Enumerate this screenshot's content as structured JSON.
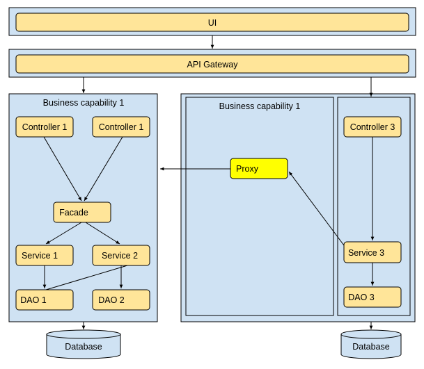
{
  "diagram": {
    "layers": {
      "ui": "UI",
      "api_gateway": "API Gateway"
    },
    "left_capability": {
      "title": "Business capability 1",
      "controller_a": "Controller 1",
      "controller_b": "Controller 1",
      "facade": "Facade",
      "service_1": "Service 1",
      "service_2": "Service  2",
      "dao_1": "DAO 1",
      "dao_2": "DAO  2",
      "database": "Database"
    },
    "right_capability": {
      "title": "Business capability 1",
      "proxy": "Proxy",
      "controller_3": "Controller 3",
      "service_3": "Service 3",
      "dao_3": "DAO 3",
      "database": "Database"
    }
  },
  "colors": {
    "container_fill": "#cfe2f3",
    "node_fill": "#ffe599",
    "proxy_fill": "#ffff00",
    "border": "#000000",
    "edge": "#000000"
  }
}
